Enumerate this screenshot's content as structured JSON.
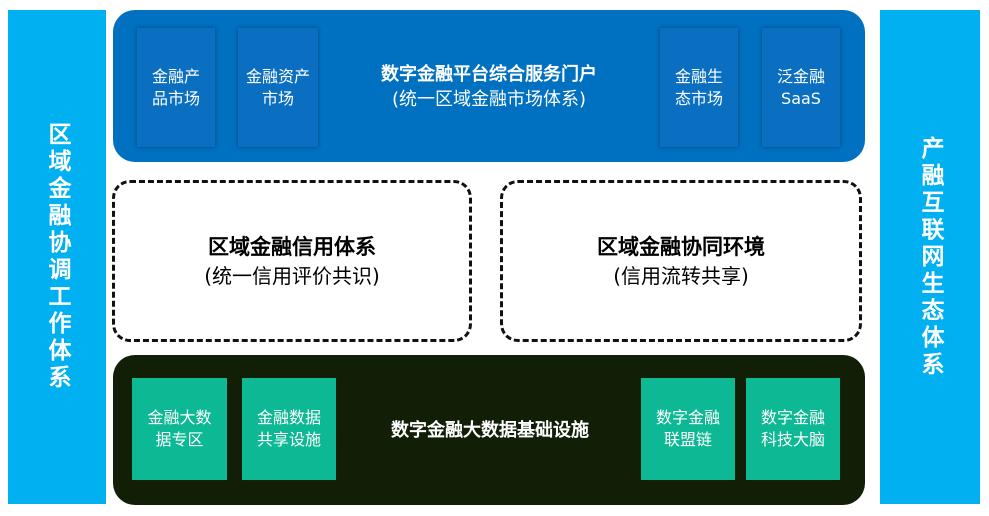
{
  "left_label": "区域金融协调工作体系",
  "right_label": "产融互联网生态体系",
  "top": {
    "title": "数字金融平台综合服务门户",
    "subtitle": "(统一区域金融市场体系)",
    "tiles": [
      "金融产品市场",
      "金融资产市场",
      "金融生态市场",
      "泛金融SaaS"
    ]
  },
  "middle": [
    {
      "title": "区域金融信用体系",
      "subtitle": "(统一信用评价共识)"
    },
    {
      "title": "区域金融协同环境",
      "subtitle": "(信用流转共享)"
    }
  ],
  "bottom": {
    "title": "数字金融大数据基础设施",
    "tiles": [
      "金融大数据专区",
      "金融数据共享设施",
      "数字金融联盟链",
      "数字金融科技大脑"
    ]
  },
  "colors": {
    "side": "#00b0f0",
    "top": "#0070c0",
    "bottom": "#111f06",
    "tile_green": "#0db894"
  }
}
